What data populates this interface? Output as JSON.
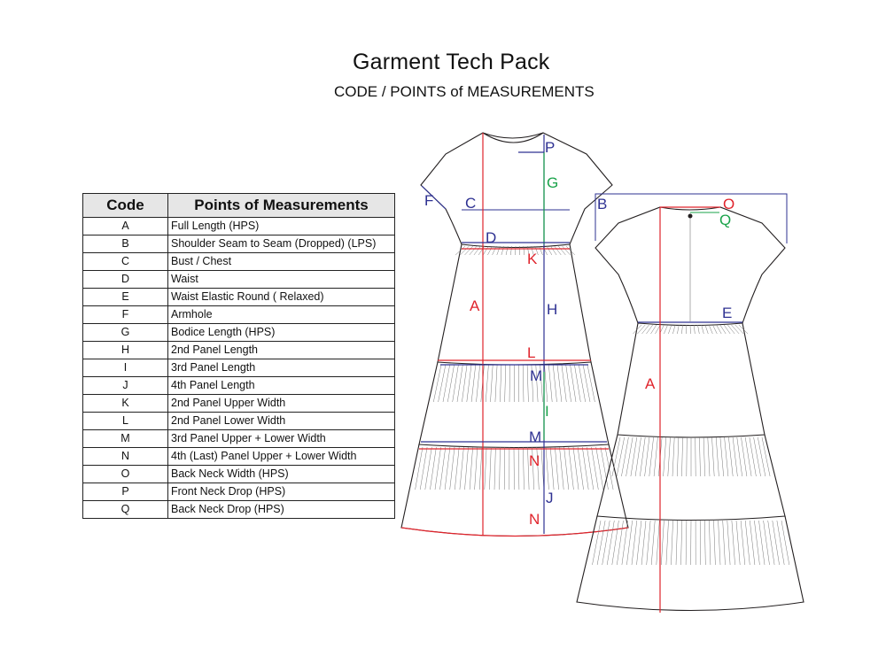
{
  "header": {
    "title": "Garment Tech Pack",
    "subtitle": "CODE / POINTS of MEASUREMENTS"
  },
  "table": {
    "headers": [
      "Code",
      "Points of Measurements"
    ],
    "rows": [
      {
        "code": "A",
        "desc": "Full Length (HPS)"
      },
      {
        "code": "B",
        "desc": "Shoulder Seam to Seam (Dropped) (LPS)"
      },
      {
        "code": "C",
        "desc": "Bust / Chest"
      },
      {
        "code": "D",
        "desc": "Waist"
      },
      {
        "code": "E",
        "desc": "Waist Elastic Round ( Relaxed)"
      },
      {
        "code": "F",
        "desc": "Armhole"
      },
      {
        "code": "G",
        "desc": "Bodice Length (HPS)"
      },
      {
        "code": "H",
        "desc": "2nd Panel Length"
      },
      {
        "code": "I",
        "desc": "3rd Panel Length"
      },
      {
        "code": "J",
        "desc": "4th Panel Length"
      },
      {
        "code": "K",
        "desc": "2nd Panel Upper Width"
      },
      {
        "code": "L",
        "desc": "2nd Panel Lower Width"
      },
      {
        "code": "M",
        "desc": "3rd Panel Upper + Lower Width"
      },
      {
        "code": "N",
        "desc": "4th (Last) Panel Upper + Lower Width"
      },
      {
        "code": "O",
        "desc": "Back Neck Width (HPS)"
      },
      {
        "code": "P",
        "desc": "Front Neck Drop (HPS)"
      },
      {
        "code": "Q",
        "desc": "Back Neck Drop (HPS)"
      }
    ]
  },
  "front_labels": {
    "F": "F",
    "C": "C",
    "D": "D",
    "P": "P",
    "G": "G",
    "K": "K",
    "A": "A",
    "H": "H",
    "L": "L",
    "M1": "M",
    "I": "I",
    "M2": "M",
    "N1": "N",
    "J": "J",
    "N2": "N"
  },
  "back_labels": {
    "B": "B",
    "O": "O",
    "Q": "Q",
    "E": "E",
    "A": "A"
  },
  "colors": {
    "red": "#e0242c",
    "blue": "#2e3192",
    "green": "#1aa34a",
    "outline": "#231f20"
  }
}
